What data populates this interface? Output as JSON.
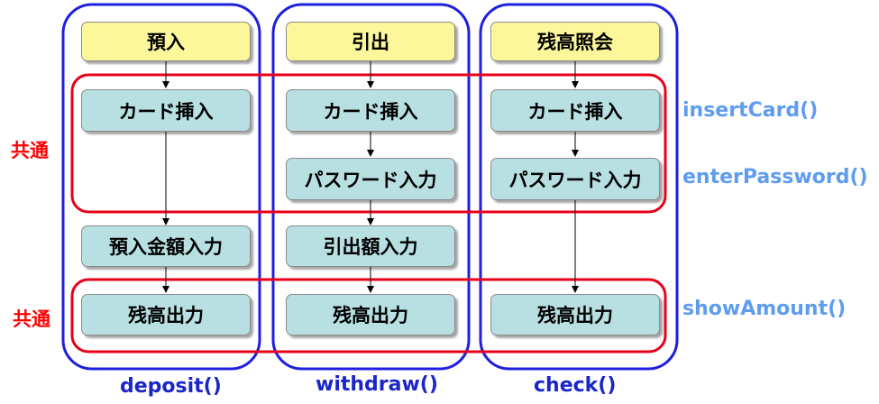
{
  "colors": {
    "column_border": "#1f1fe0",
    "common_border": "#e8001a",
    "title_fill": "#fbf79a",
    "step_fill": "#b8dfe2",
    "common_text": "#ff0000",
    "method_text": "#5f9cf0",
    "function_text": "#1a26c7"
  },
  "columns": [
    {
      "title": "預入",
      "steps": [
        "カード挿入",
        "預入金額入力",
        "残高出力"
      ],
      "function": "deposit()"
    },
    {
      "title": "引出",
      "steps": [
        "カード挿入",
        "パスワード入力",
        "引出額入力",
        "残高出力"
      ],
      "function": "withdraw()"
    },
    {
      "title": "残高照会",
      "steps": [
        "カード挿入",
        "パスワード入力",
        "残高出力"
      ],
      "function": "check()"
    }
  ],
  "common_labels": [
    "共通",
    "共通"
  ],
  "method_labels": [
    "insertCard()",
    "enterPassword()",
    "showAmount()"
  ]
}
